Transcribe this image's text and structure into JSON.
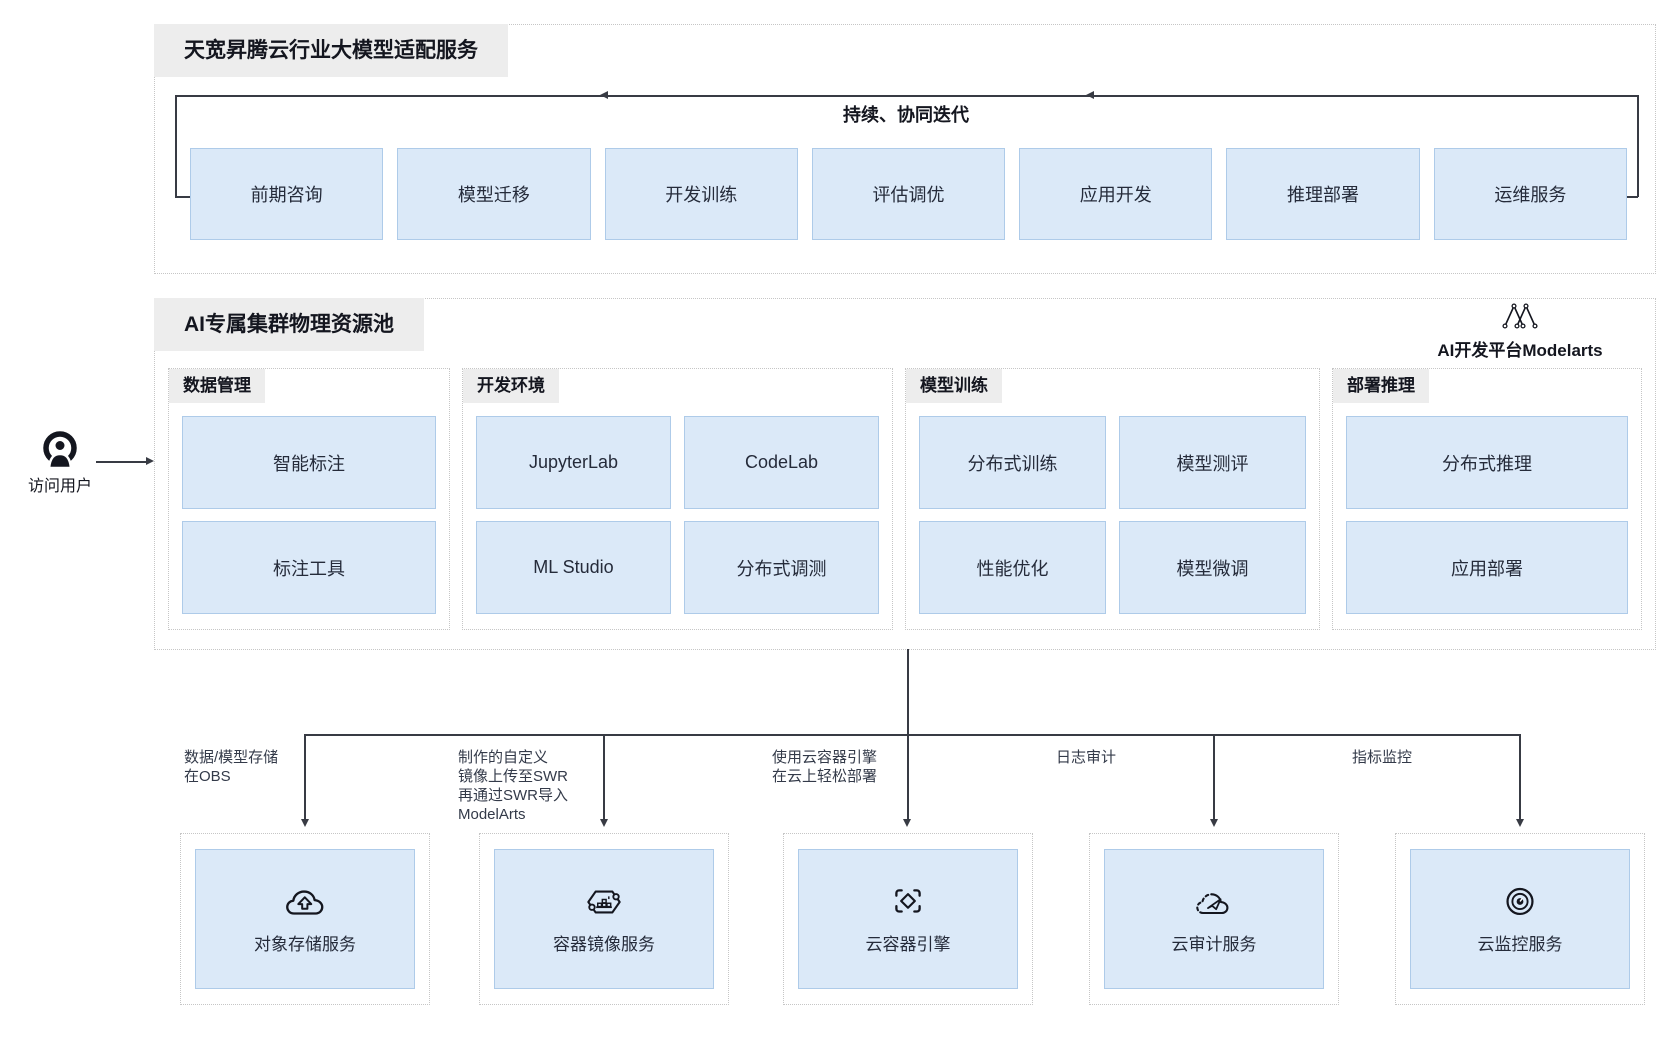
{
  "top_section": {
    "title": "天宽昇腾云行业大模型适配服务",
    "loop_label": "持续、协同迭代",
    "stages": [
      "前期咨询",
      "模型迁移",
      "开发训练",
      "评估调优",
      "应用开发",
      "推理部署",
      "运维服务"
    ]
  },
  "user": {
    "label": "访问用户"
  },
  "ai_section": {
    "title": "AI专属集群物理资源池",
    "platform_label": "AI开发平台Modelarts",
    "groups": [
      {
        "title": "数据管理",
        "items": [
          "智能标注",
          "标注工具"
        ]
      },
      {
        "title": "开发环境",
        "items": [
          "JupyterLab",
          "CodeLab",
          "ML Studio",
          "分布式调测"
        ]
      },
      {
        "title": "模型训练",
        "items": [
          "分布式训练",
          "模型测评",
          "性能优化",
          "模型微调"
        ]
      },
      {
        "title": "部署推理",
        "items": [
          "分布式推理",
          "应用部署"
        ]
      }
    ]
  },
  "connections": {
    "labels": [
      [
        "数据/模型存储",
        "在OBS"
      ],
      [
        "制作的自定义",
        "镜像上传至SWR",
        "再通过SWR导入",
        "ModelArts"
      ],
      [
        "使用云容器引擎",
        "在云上轻松部署"
      ],
      [
        "日志审计"
      ],
      [
        "指标监控"
      ]
    ]
  },
  "services": [
    {
      "name": "对象存储服务",
      "icon": "cloud-upload-icon"
    },
    {
      "name": "容器镜像服务",
      "icon": "container-registry-icon"
    },
    {
      "name": "云容器引擎",
      "icon": "container-engine-icon"
    },
    {
      "name": "云审计服务",
      "icon": "cloud-audit-icon"
    },
    {
      "name": "云监控服务",
      "icon": "cloud-monitor-icon"
    }
  ],
  "colors": {
    "box_fill": "#dbe9f8",
    "box_border": "#aecbe9",
    "chip_bg": "#ededed",
    "text_dark": "#14161f",
    "line": "#383b44"
  }
}
